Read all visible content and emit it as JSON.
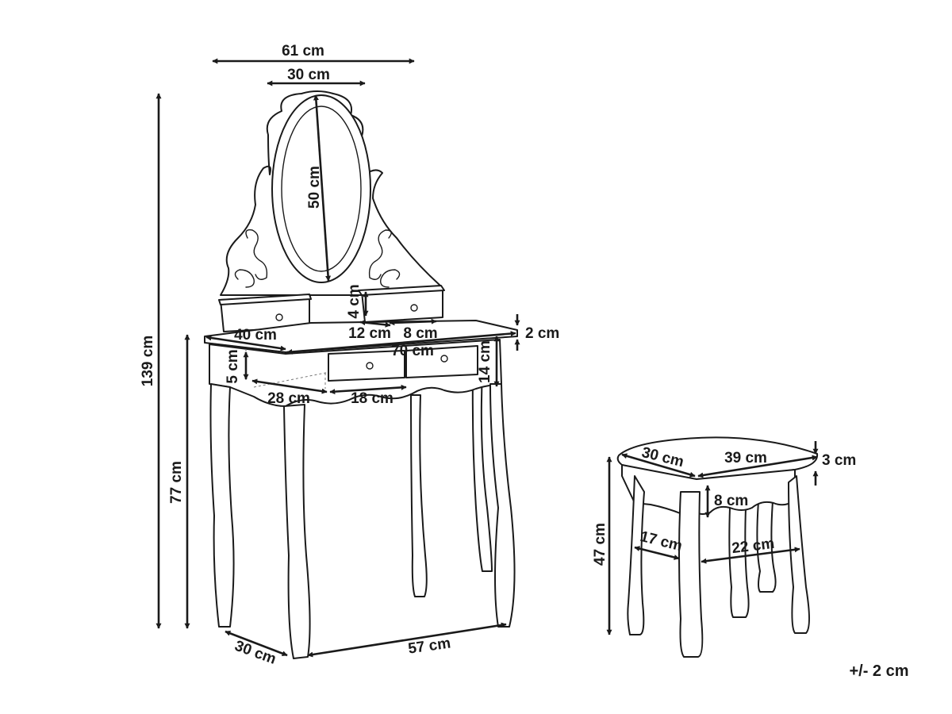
{
  "dimensions": {
    "mirror_frame_width": "61 cm",
    "mirror_width": "30 cm",
    "mirror_height": "50 cm",
    "total_height": "139 cm",
    "table_height": "77 cm",
    "small_drawer_height": "4 cm",
    "small_drawer_width": "12 cm",
    "small_drawer_depth": "8 cm",
    "top_thickness": "2 cm",
    "top_depth": "40 cm",
    "top_width": "70 cm",
    "drawer_height": "5 cm",
    "apron_height": "14 cm",
    "drawer_depth": "28 cm",
    "drawer_width": "18 cm",
    "base_depth": "30 cm",
    "base_width": "57 cm",
    "stool_depth": "30 cm",
    "stool_width": "39 cm",
    "stool_cushion": "3 cm",
    "stool_apron": "8 cm",
    "stool_height": "47 cm",
    "stool_leg_depth": "17 cm",
    "stool_leg_width": "22 cm"
  },
  "tolerance": "+/- 2 cm"
}
